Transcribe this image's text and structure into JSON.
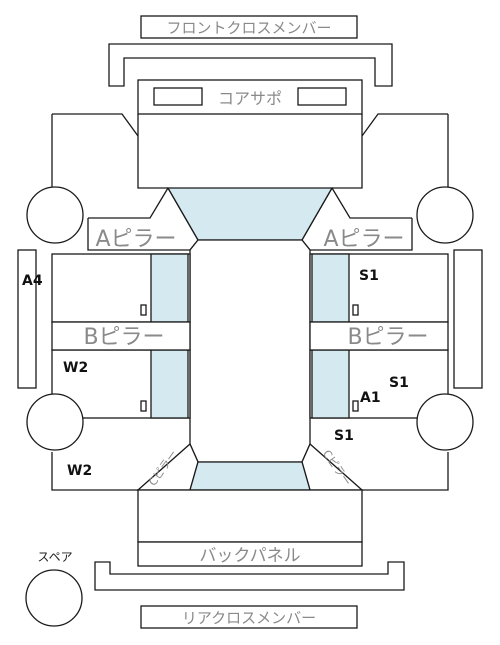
{
  "labels": {
    "front_cross_member": "フロントクロスメンバー",
    "core_support": "コアサポ",
    "a_pillar_left": "Aピラー",
    "a_pillar_right": "Aピラー",
    "b_pillar_left": "Bピラー",
    "b_pillar_right": "Bピラー",
    "back_panel": "バックパネル",
    "rear_cross_member": "リアクロスメンバー",
    "spare": "スペア",
    "c_pillar_left": "Cピラー",
    "c_pillar_right": "Cピラー"
  },
  "codes": {
    "a4": "A4",
    "s1_right_upper": "S1",
    "w2_left_mid": "W2",
    "s1_right_mid": "S1",
    "a1_right": "A1",
    "s1_right_lower": "S1",
    "w2_left_lower": "W2"
  },
  "colors": {
    "glass": "#d4e9f0",
    "line": "#1a1a1a",
    "label_grey": "#8a8a8a",
    "code_text": "#111111"
  }
}
